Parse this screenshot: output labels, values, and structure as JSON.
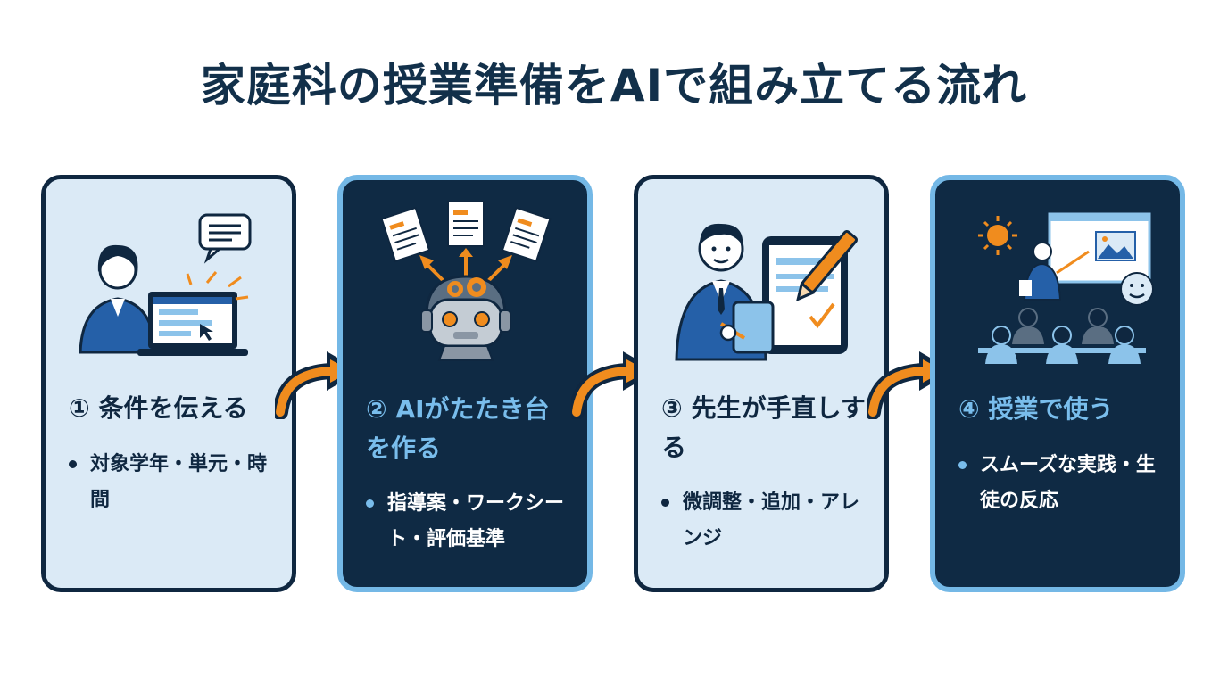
{
  "title": "家庭科の授業準備をAIで組み立てる流れ",
  "steps": [
    {
      "label": "① 条件を伝える",
      "bullet": "対象学年・単元・時間",
      "illustration": "teacher-at-laptop-icon"
    },
    {
      "label": "② AIがたたき台を作る",
      "bullet": "指導案・ワークシート・評価基準",
      "illustration": "ai-robot-documents-icon"
    },
    {
      "label": "③ 先生が手直しする",
      "bullet": "微調整・追加・アレンジ",
      "illustration": "teacher-editing-tablet-icon"
    },
    {
      "label": "④ 授業で使う",
      "bullet": "スムーズな実践・生徒の反応",
      "illustration": "classroom-lesson-icon"
    }
  ],
  "colors": {
    "navy": "#0f2a44",
    "light_blue": "#dbeaf6",
    "accent_blue": "#79bdec",
    "orange": "#f08c1e",
    "figure_blue": "#2560a8"
  }
}
